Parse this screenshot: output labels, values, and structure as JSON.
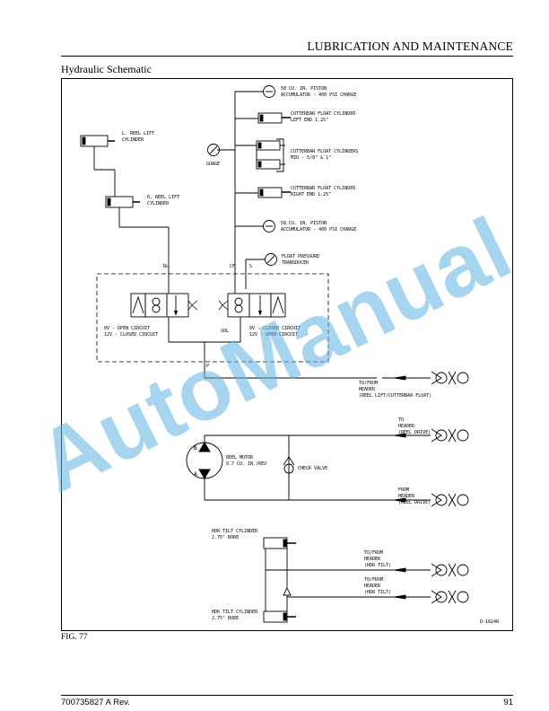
{
  "header": {
    "title": "LUBRICATION AND MAINTENANCE",
    "section": "Hydraulic Schematic"
  },
  "figure": {
    "label": "FIG. 77",
    "drawing_id": "D-16248"
  },
  "footer": {
    "doc_number": "700735827 A Rev.",
    "page": "91"
  },
  "watermark": "AutoManual",
  "labels": {
    "acc_top": [
      "58 CU. IN. PISTON",
      "ACCUMULATOR - 400 PSI CHARGE"
    ],
    "cyl_left": [
      "CUTTERBAR FLOAT CYLINDER",
      "LEFT END 1.25\""
    ],
    "cyl_mid": [
      "CUTTERBAR FLOAT CYLINDERS",
      "MID - 5/8\" & 1\""
    ],
    "cyl_right": [
      "CUTTERBAR FLOAT CYLINDER",
      "RIGHT END 1.25\""
    ],
    "acc_bottom": [
      "58 CU. IN. PISTON",
      "ACCUMULATOR - 400 PSI CHARGE"
    ],
    "l_reel": [
      "L. REEL LIFT",
      "CYLINDER"
    ],
    "r_reel": [
      "R. REEL LIFT",
      "CYLINDER"
    ],
    "gauge": "GUAGE",
    "float_transducer": [
      "FLOAT PRESSURE",
      "TRANSDUCER"
    ],
    "port_rl": "RL",
    "port_cf": "CF",
    "port_s": "S",
    "valve_left_state": [
      "0V - OPEN CIRCUIT",
      "12V - CLOSED CIRCUIT"
    ],
    "valve_right_state": [
      "0V - CLOSED CIRCUIT",
      "12V - OPEN CIRCUIT"
    ],
    "valve_code": "SOL",
    "port_p": "P",
    "to_from_reel": [
      "TO/FROM",
      "HEADER",
      "(REEL LIFT/CUTTERBAR FLOAT)"
    ],
    "to_reel_drive": [
      "TO",
      "HEADER",
      "(REEL DRIVE)"
    ],
    "motor_b": "B",
    "motor_a": "A",
    "reel_motor": [
      "REEL MOTOR",
      "9.7 CU. IN./REV"
    ],
    "check_valve": "CHECK VALVE",
    "from_reel_drive": [
      "FROM",
      "HEADER",
      "(REEL DRIVE)"
    ],
    "hdr_tilt_top": [
      "HDR TILT CYLINDER",
      "2.75\" BORE"
    ],
    "to_from_tilt_1": [
      "TO/FROM",
      "HEADER",
      "(HDR TILT)"
    ],
    "to_from_tilt_2": [
      "TO/FROM",
      "HEADER",
      "(HDR TILT)"
    ],
    "hdr_tilt_bottom": [
      "HDR TILT CYLINDER",
      "2.75\" BORE"
    ]
  }
}
